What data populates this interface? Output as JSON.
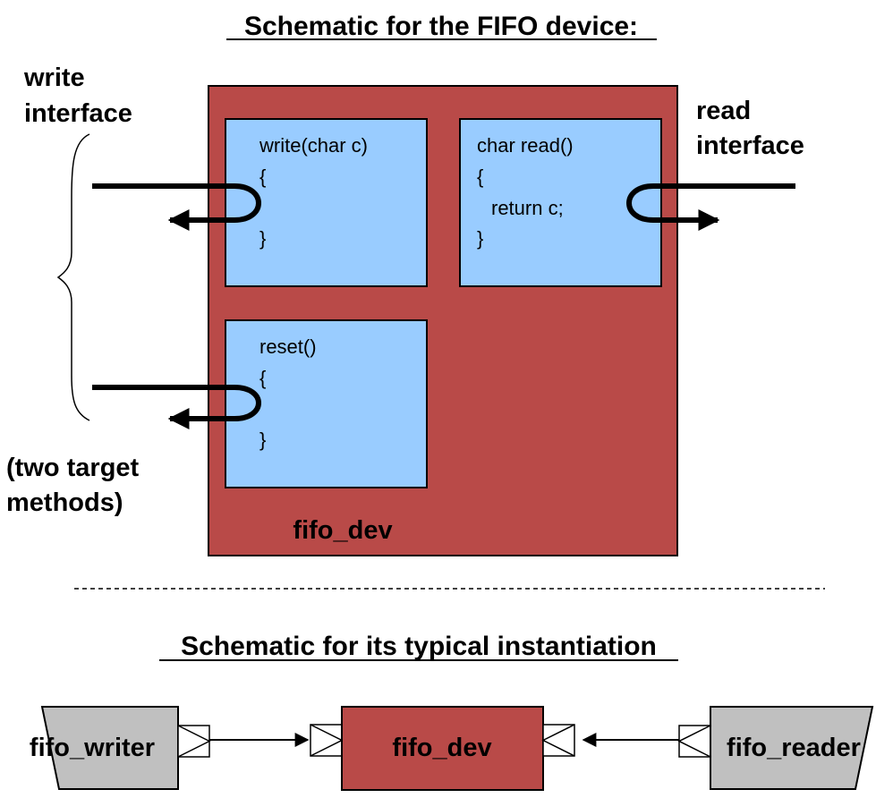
{
  "title_top": "Schematic for the FIFO device:",
  "title_bottom": "Schematic for its typical instantiation",
  "write_interface": {
    "line1": "write",
    "line2": "interface"
  },
  "read_interface": {
    "line1": "read",
    "line2": "interface"
  },
  "two_target_methods": {
    "line1": "(two target",
    "line2": "methods)"
  },
  "fifo_dev_label": "fifo_dev",
  "methods": {
    "write": {
      "l1": "write(char c)",
      "l2": "{",
      "l3": "}"
    },
    "read": {
      "l1": "char read()",
      "l2": "{",
      "l3": "return c;",
      "l4": "}"
    },
    "reset": {
      "l1": "reset()",
      "l2": "{",
      "l3": "}"
    }
  },
  "instantiation": {
    "writer": "fifo_writer",
    "dev": "fifo_dev",
    "reader": "fifo_reader"
  },
  "colors": {
    "device_fill": "#b94a48",
    "method_fill": "#99ccff",
    "module_fill": "#c0c0c0"
  }
}
